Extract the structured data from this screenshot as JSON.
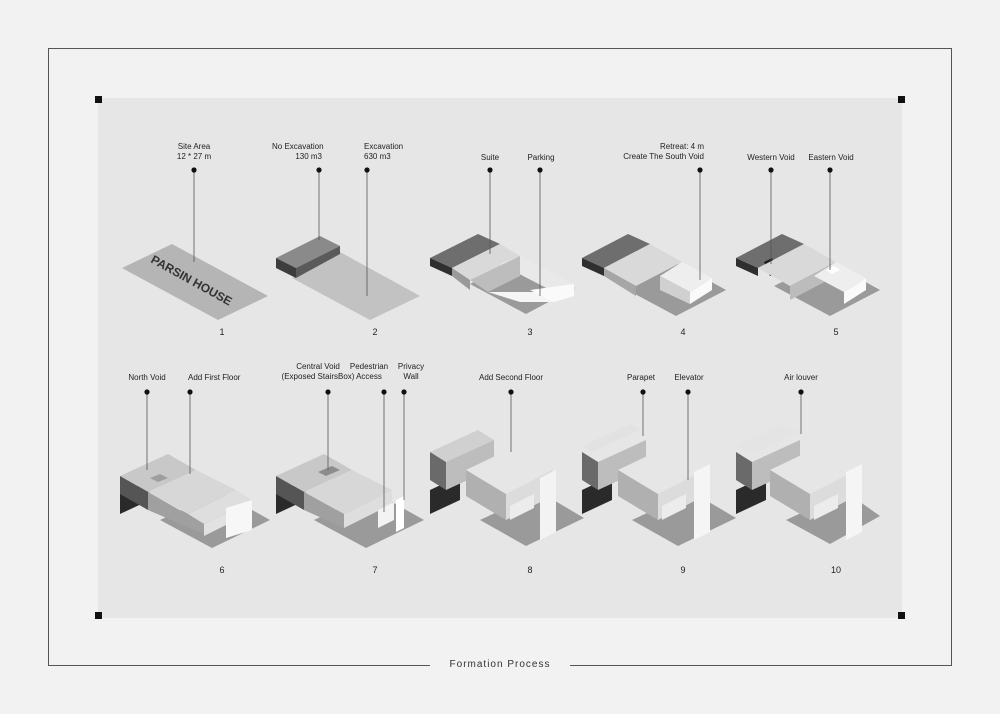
{
  "caption": "Formation Process",
  "colors": {
    "background": "#f2f2f2",
    "panel": "#e6e6e6",
    "frame": "#555555"
  },
  "steps": [
    {
      "number": "1",
      "labels": [
        {
          "lines": [
            "Site Area",
            "12 * 27 m"
          ]
        }
      ],
      "site_text": "PARSIN HOUSE"
    },
    {
      "number": "2",
      "labels": [
        {
          "lines": [
            "No Excavation",
            "130 m3"
          ]
        },
        {
          "lines": [
            "Excavation",
            "630 m3"
          ]
        }
      ]
    },
    {
      "number": "3",
      "labels": [
        {
          "lines": [
            "Suite"
          ]
        },
        {
          "lines": [
            "Parking"
          ]
        }
      ]
    },
    {
      "number": "4",
      "labels": [
        {
          "lines": [
            "Retreat: 4 m",
            "Create The South Void"
          ]
        }
      ]
    },
    {
      "number": "5",
      "labels": [
        {
          "lines": [
            "Western Void"
          ]
        },
        {
          "lines": [
            "Eastern Void"
          ]
        }
      ]
    },
    {
      "number": "6",
      "labels": [
        {
          "lines": [
            "North Void"
          ]
        },
        {
          "lines": [
            "Add First Floor"
          ]
        }
      ]
    },
    {
      "number": "7",
      "labels": [
        {
          "lines": [
            "Central Void",
            "(Exposed StairsBox)"
          ]
        },
        {
          "lines": [
            "Pedestrian",
            "Access"
          ]
        },
        {
          "lines": [
            "Privacy",
            "Wall"
          ]
        }
      ]
    },
    {
      "number": "8",
      "labels": [
        {
          "lines": [
            "Add Second Floor"
          ]
        }
      ]
    },
    {
      "number": "9",
      "labels": [
        {
          "lines": [
            "Parapet"
          ]
        },
        {
          "lines": [
            "Elevator"
          ]
        }
      ]
    },
    {
      "number": "10",
      "labels": [
        {
          "lines": [
            "Air louver"
          ]
        }
      ]
    }
  ]
}
